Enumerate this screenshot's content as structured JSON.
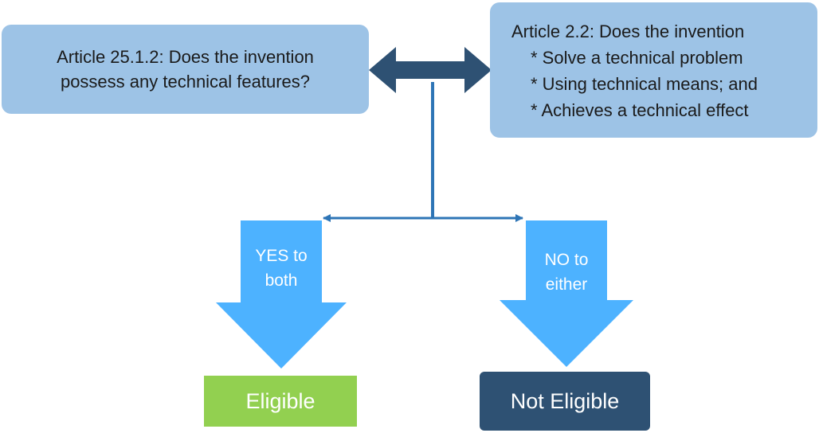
{
  "left_box": {
    "line1": "Article 25.1.2: Does the invention",
    "line2": "possess any technical features?"
  },
  "right_box": {
    "title": "Article 2.2: Does the invention",
    "bullets": [
      "* Solve a technical problem",
      "* Using technical means; and",
      "* Achieves a technical effect"
    ]
  },
  "branches": {
    "yes": {
      "line1": "YES to",
      "line2": "both"
    },
    "no": {
      "line1": "NO to",
      "line2": "either"
    }
  },
  "outcomes": {
    "eligible": "Eligible",
    "not_eligible": "Not Eligible"
  },
  "colors": {
    "box_fill": "#9dc3e6",
    "double_arrow": "#2e5173",
    "connector": "#2e75b6",
    "branch_arrow": "#4db2ff",
    "eligible": "#92d050",
    "not_eligible": "#2e5173"
  }
}
